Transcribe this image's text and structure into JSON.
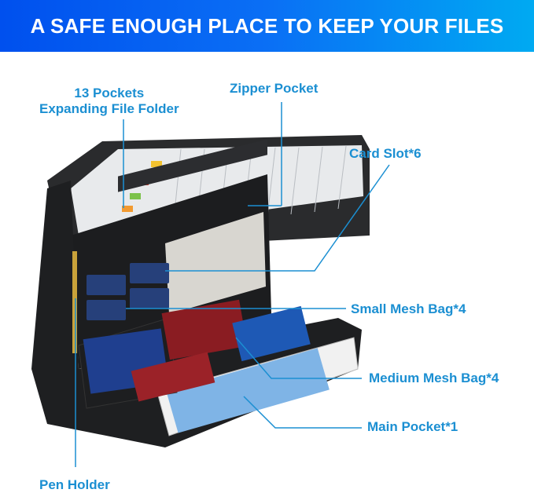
{
  "banner": {
    "title": "A SAFE ENOUGH PLACE TO KEEP YOUR FILES",
    "colors": [
      "#0050ee",
      "#00aaf2"
    ]
  },
  "labels": {
    "expanding_line1": "13 Pockets",
    "expanding_line2": "Expanding File Folder",
    "zipper_pocket": "Zipper Pocket",
    "card_slot": "Card Slot*6",
    "small_mesh": "Small Mesh Bag*4",
    "medium_mesh": "Medium Mesh Bag*4",
    "main_pocket": "Main Pocket*1",
    "pen_holder": "Pen Holder"
  },
  "colors": {
    "label": "#1b8fd2",
    "case": "#1e1f21",
    "passport_blue": "#1f3f8f",
    "passport_red": "#8a1c22"
  }
}
